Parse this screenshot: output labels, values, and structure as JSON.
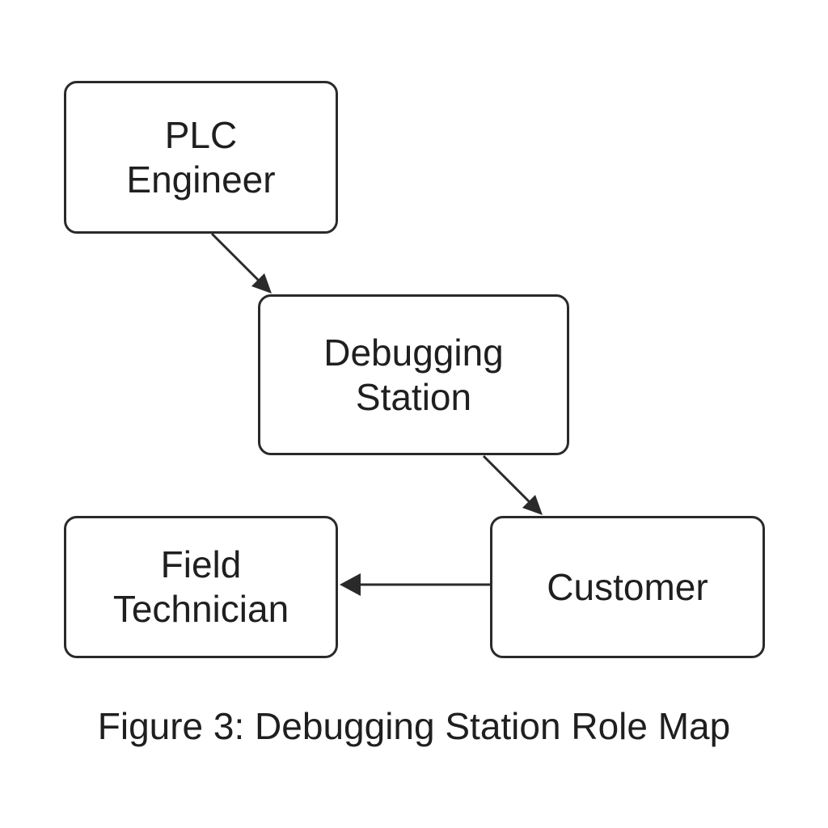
{
  "diagram": {
    "nodes": {
      "plc_engineer": "PLC\nEngineer",
      "debugging_station": "Debugging\nStation",
      "field_technician": "Field\nTechnician",
      "customer": "Customer"
    },
    "edges": [
      {
        "from": "plc_engineer",
        "to": "debugging_station"
      },
      {
        "from": "debugging_station",
        "to": "customer"
      },
      {
        "from": "customer",
        "to": "field_technician"
      }
    ],
    "colors": {
      "stroke": "#2a2a2a",
      "text": "#1f1f1f",
      "background": "#ffffff"
    }
  },
  "caption": "Figure 3: Debugging Station Role Map"
}
